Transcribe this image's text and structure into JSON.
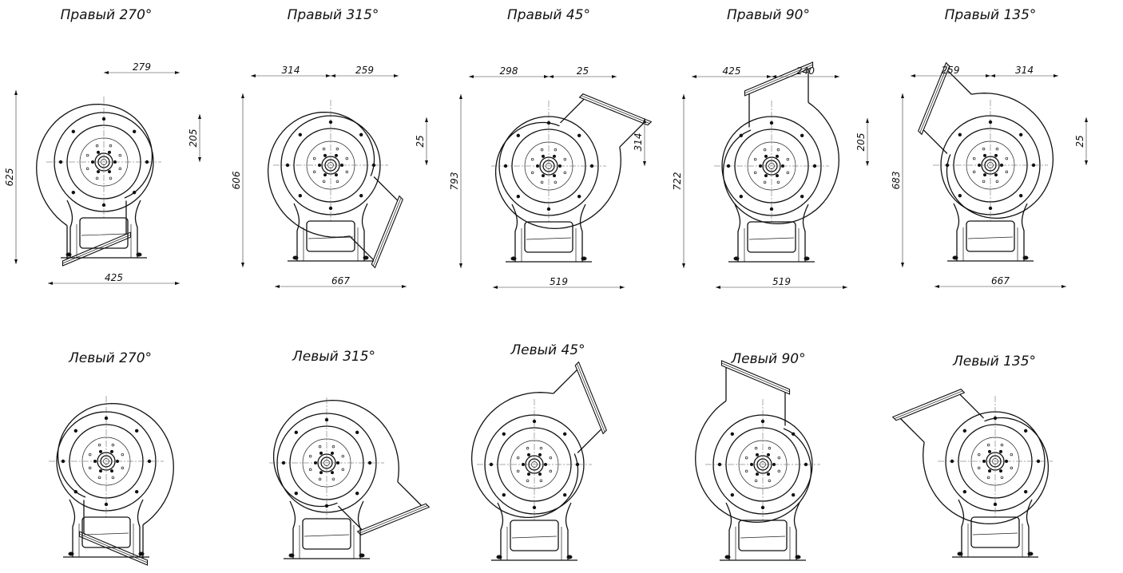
{
  "views": [
    {
      "id": "r270",
      "title": "Правый 270°",
      "hand": "right",
      "angle": 270,
      "dims": [
        {
          "key": "h",
          "text": "625"
        },
        {
          "key": "o",
          "text": "205"
        },
        {
          "key": "w",
          "text": "425"
        },
        {
          "key": "t",
          "text": "279"
        }
      ]
    },
    {
      "id": "r315",
      "title": "Правый 315°",
      "hand": "right",
      "angle": 315,
      "dims": [
        {
          "key": "h",
          "text": "606"
        },
        {
          "key": "o",
          "text": "25"
        },
        {
          "key": "w",
          "text": "667"
        },
        {
          "key": "t1",
          "text": "314"
        },
        {
          "key": "t2",
          "text": "259"
        }
      ]
    },
    {
      "id": "r45",
      "title": "Правый 45°",
      "hand": "right",
      "angle": 45,
      "dims": [
        {
          "key": "h",
          "text": "793"
        },
        {
          "key": "t1",
          "text": "298"
        },
        {
          "key": "t2",
          "text": "25"
        },
        {
          "key": "o",
          "text": "314"
        },
        {
          "key": "w",
          "text": "519"
        }
      ]
    },
    {
      "id": "r90",
      "title": "Правый 90°",
      "hand": "right",
      "angle": 90,
      "dims": [
        {
          "key": "h",
          "text": "722"
        },
        {
          "key": "t1",
          "text": "425"
        },
        {
          "key": "t2",
          "text": "240"
        },
        {
          "key": "o",
          "text": "205"
        },
        {
          "key": "w",
          "text": "519"
        }
      ]
    },
    {
      "id": "r135",
      "title": "Правый 135°",
      "hand": "right",
      "angle": 135,
      "dims": [
        {
          "key": "h",
          "text": "683"
        },
        {
          "key": "t1",
          "text": "259"
        },
        {
          "key": "t2",
          "text": "314"
        },
        {
          "key": "o",
          "text": "25"
        },
        {
          "key": "w",
          "text": "667"
        }
      ]
    },
    {
      "id": "l270",
      "title": "Левый 270°",
      "hand": "left",
      "angle": 270,
      "dims": []
    },
    {
      "id": "l315",
      "title": "Левый 315°",
      "hand": "left",
      "angle": 315,
      "dims": []
    },
    {
      "id": "l45",
      "title": "Левый 45°",
      "hand": "left",
      "angle": 45,
      "dims": []
    },
    {
      "id": "l90",
      "title": "Левый 90°",
      "hand": "left",
      "angle": 90,
      "dims": []
    },
    {
      "id": "l135",
      "title": "Левый 135°",
      "hand": "left",
      "angle": 135,
      "dims": []
    }
  ]
}
